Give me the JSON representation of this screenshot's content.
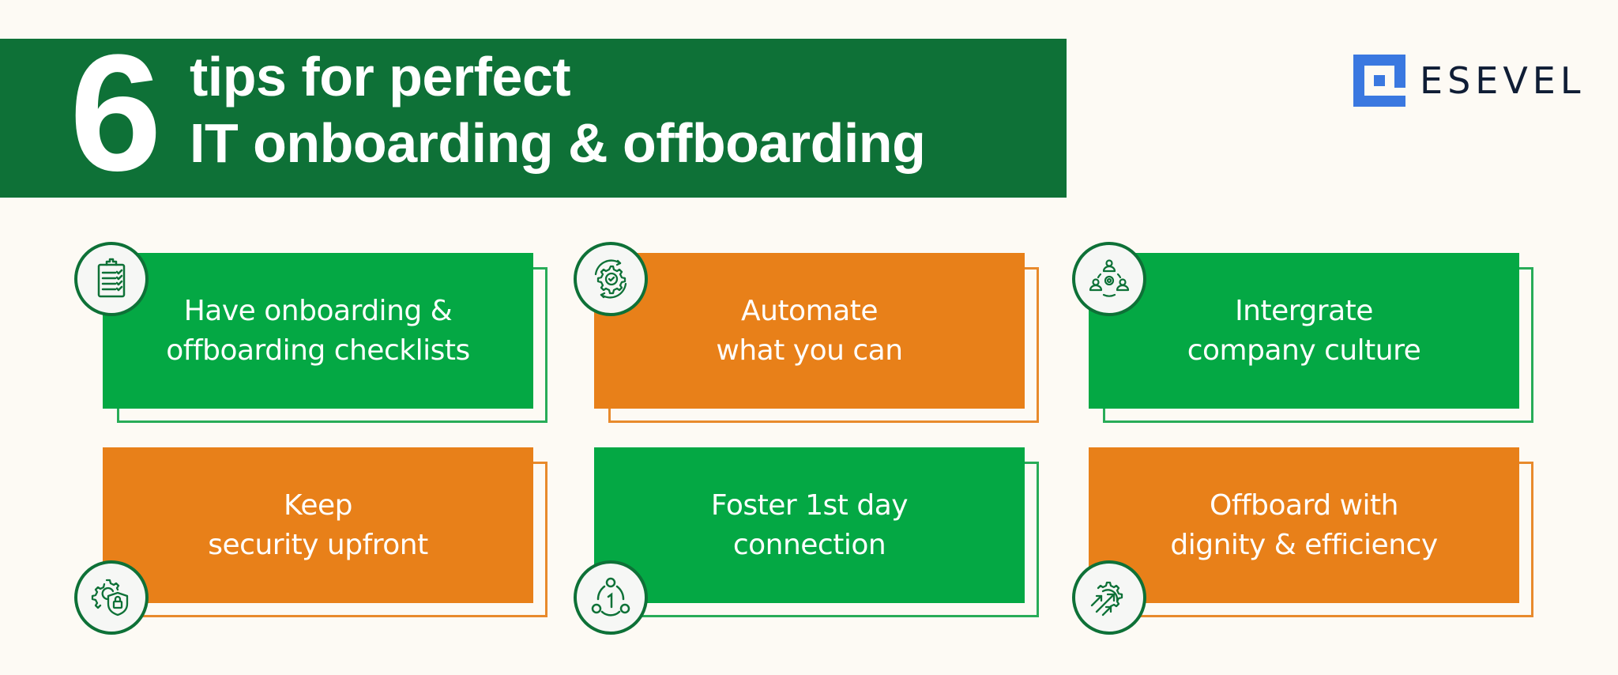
{
  "header": {
    "number": "6",
    "title_line1": "tips for perfect",
    "title_line2": "IT onboarding & offboarding",
    "banner_color": "#0e7137"
  },
  "logo": {
    "text": "ESEVEL",
    "mark_color": "#3a78e0",
    "text_color": "#0f1d35"
  },
  "colors": {
    "background": "#fdfaf4",
    "green_fill": "#04a844",
    "orange_fill": "#e88019",
    "icon_stroke": "#0e7137"
  },
  "tips": [
    {
      "line1": "Have onboarding &",
      "line2": "offboarding checklists",
      "color": "green",
      "icon": "clipboard-checklist-icon",
      "icon_position": "top-left"
    },
    {
      "line1": "Automate",
      "line2": "what you can",
      "color": "orange",
      "icon": "gear-cycle-check-icon",
      "icon_position": "top-left"
    },
    {
      "line1": "Intergrate",
      "line2": "company culture",
      "color": "green",
      "icon": "team-gear-icon",
      "icon_position": "top-left"
    },
    {
      "line1": "Keep",
      "line2": "security upfront",
      "color": "orange",
      "icon": "gear-shield-lock-icon",
      "icon_position": "bottom-left"
    },
    {
      "line1": "Foster 1st day",
      "line2": "connection",
      "color": "green",
      "icon": "connection-one-icon",
      "icon_position": "bottom-left"
    },
    {
      "line1": "Offboard with",
      "line2": "dignity & efficiency",
      "color": "orange",
      "icon": "gear-arrows-icon",
      "icon_position": "bottom-left"
    }
  ]
}
